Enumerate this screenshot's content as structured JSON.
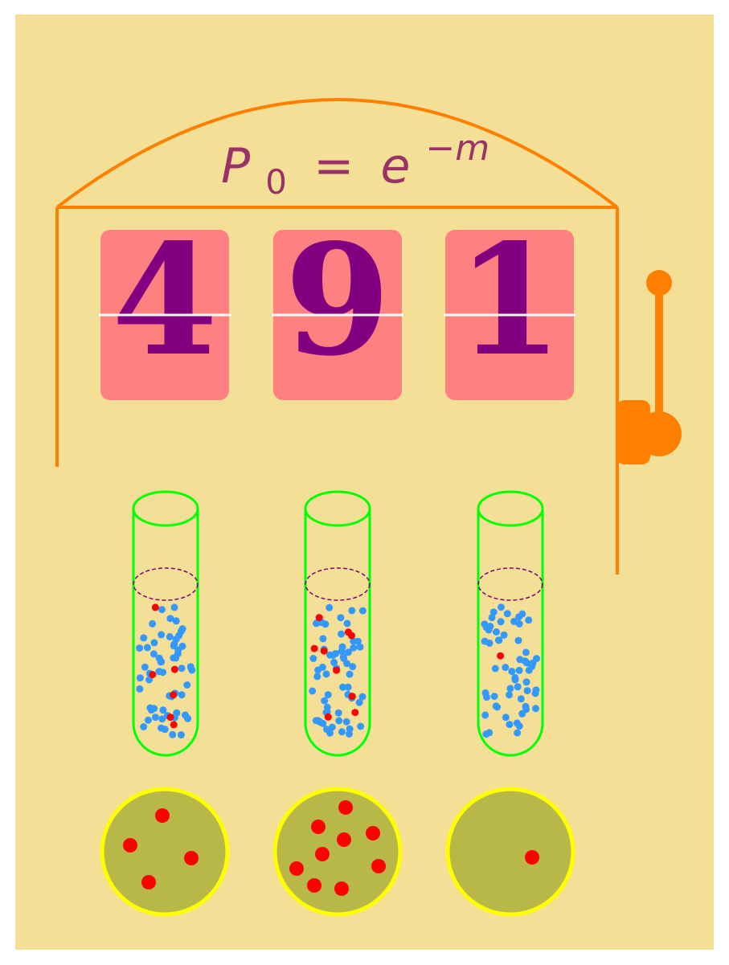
{
  "colors": {
    "background": "#f4df96",
    "machine": "#ff8000",
    "reel": "#ff8080",
    "reel_digit": "#800080",
    "formula": "#993366",
    "tube_outline": "#00ff00",
    "liquid_line": "#800080",
    "blue_particle": "#3399ff",
    "red_particle": "#ff0000",
    "plate_fill": "#b8b848",
    "plate_rim": "#ffff00"
  },
  "formula": {
    "base": "P",
    "subscript": "0",
    "equals": "=",
    "exp_base": "e",
    "exponent": "−m"
  },
  "reels": [
    {
      "digit": "4"
    },
    {
      "digit": "9"
    },
    {
      "digit": "1"
    }
  ],
  "tubes": [
    {
      "red_particles": 6,
      "blue_particles": 60
    },
    {
      "red_particles": 9,
      "blue_particles": 60
    },
    {
      "red_particles": 1,
      "blue_particles": 60
    }
  ],
  "plates": [
    {
      "colonies": 4
    },
    {
      "colonies": 9
    },
    {
      "colonies": 1
    }
  ],
  "icons": {
    "lever": "slot-lever-icon"
  }
}
